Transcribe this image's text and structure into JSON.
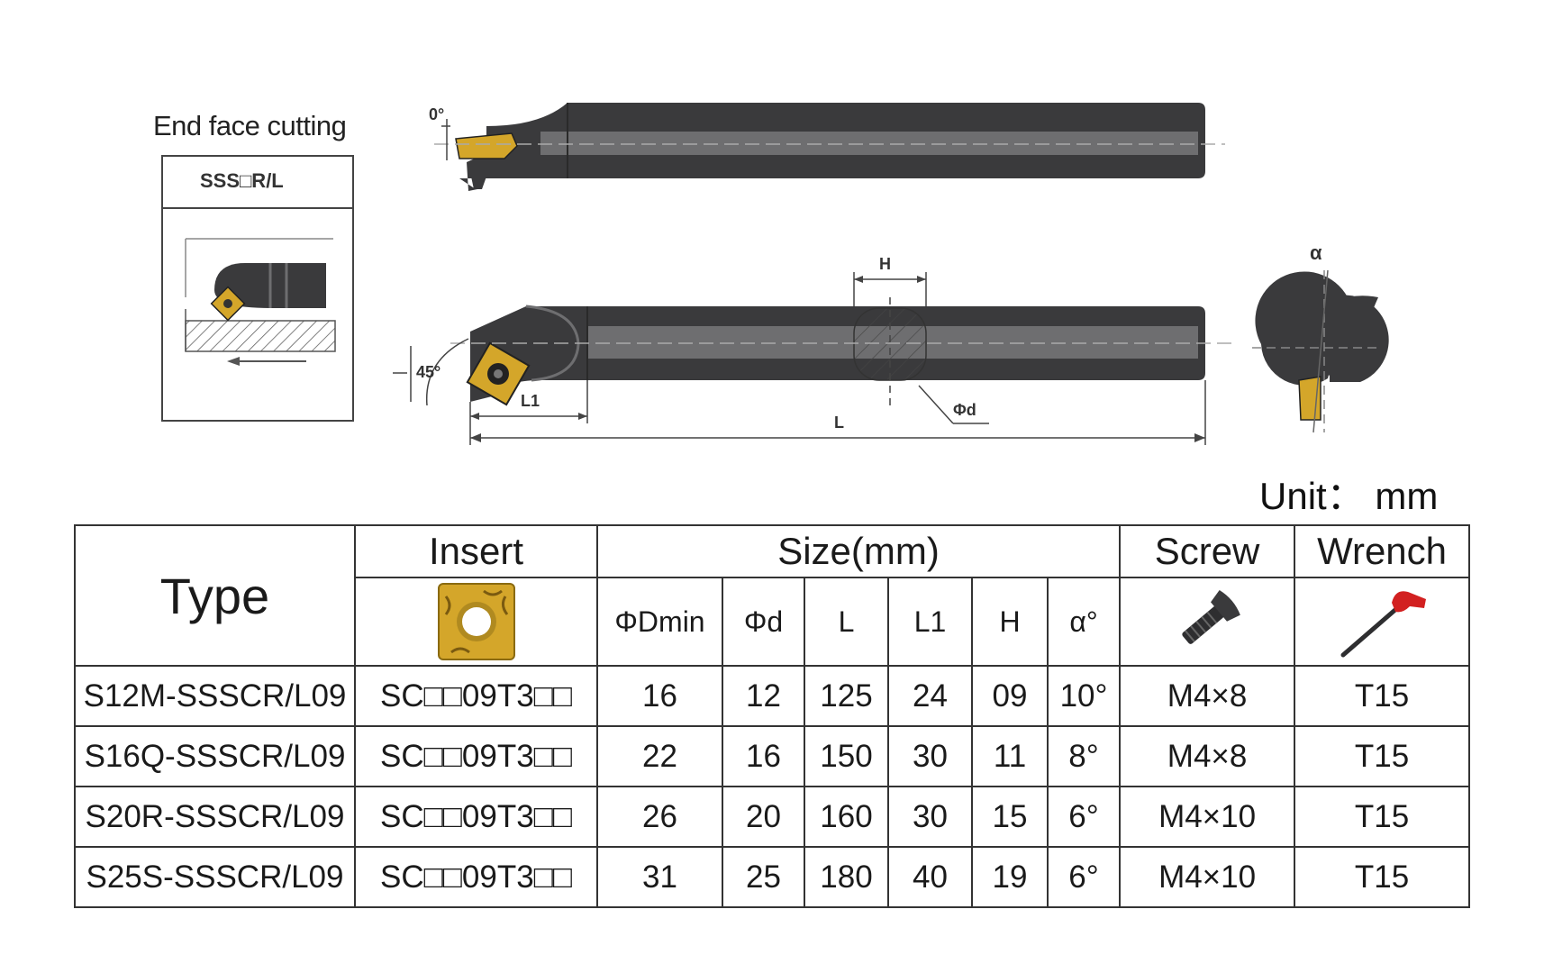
{
  "diagram": {
    "end_face_label": "End face cutting",
    "inset_title": "SSS□R/L",
    "angle_top": "0°",
    "angle_side": "45°",
    "dim_l1": "L1",
    "dim_l": "L",
    "dim_h": "H",
    "dim_phid": "Φd",
    "dim_alpha": "α"
  },
  "unit_label": "Unit： mm",
  "table": {
    "header": {
      "type": "Type",
      "insert": "Insert",
      "size": "Size(mm)",
      "screw": "Screw",
      "wrench": "Wrench",
      "size_cols": [
        "ΦDmin",
        "Φd",
        "L",
        "L1",
        "H",
        "α°"
      ]
    },
    "icons": {
      "insert": "square-insert-icon",
      "screw": "torx-screw-icon",
      "wrench": "torx-wrench-icon"
    },
    "rows": [
      [
        "S12M-SSSCR/L09",
        "SC□□09T3□□",
        "16",
        "12",
        "125",
        "24",
        "09",
        "10°",
        "M4×8",
        "T15"
      ],
      [
        "S16Q-SSSCR/L09",
        "SC□□09T3□□",
        "22",
        "16",
        "150",
        "30",
        "11",
        "8°",
        "M4×8",
        "T15"
      ],
      [
        "S20R-SSSCR/L09",
        "SC□□09T3□□",
        "26",
        "20",
        "160",
        "30",
        "15",
        "6°",
        "M4×10",
        "T15"
      ],
      [
        "S25S-SSSCR/L09",
        "SC□□09T3□□",
        "31",
        "25",
        "180",
        "40",
        "19",
        "6°",
        "M4×10",
        "T15"
      ]
    ]
  },
  "colors": {
    "tool_body": "#3a3a3c",
    "tool_stripe": "#6e6e70",
    "insert_gold": "#d4a62a",
    "wrench_red": "#d22020",
    "border": "#333333"
  }
}
